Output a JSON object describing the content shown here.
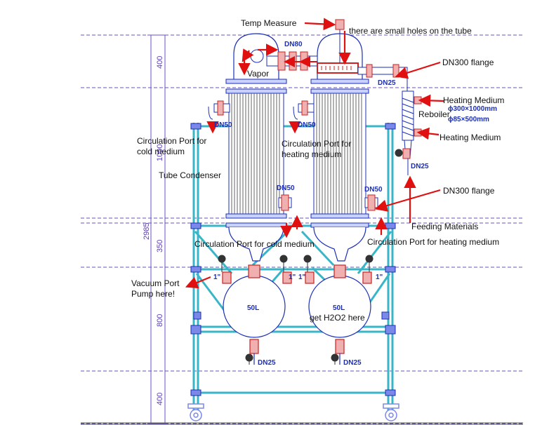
{
  "labels": {
    "temp_measure": "Temp Measure",
    "small_holes": "there are small holes on the tube",
    "dn300_flange_top": "DN300 flange",
    "heating_medium_top": "Heating Medium",
    "reboiler": "Reboiler",
    "reboiler_spec1": "ϕ300×1000mm",
    "reboiler_spec2": "ϕ85×500mm",
    "heating_medium_bottom": "Heating Medium",
    "vapor": "Vapor",
    "dn80": "DN80",
    "dn25_top": "DN25",
    "dn50_left": "DN50",
    "dn50_mid": "DN50",
    "circ_cold_1": "Circulation Port for",
    "circ_cold_2": "cold medium",
    "circ_heat_1": "Circulation Port for",
    "circ_heat_2": "heating medium",
    "dn25_reboiler": "DN25",
    "tube_condenser": "Tube Condenser",
    "dn50_low_left": "DN50",
    "dn50_low_right": "DN50",
    "dn300_flange_bottom": "DN300 flange",
    "feeding_materials": "Feeding Materials",
    "circ_cold_bottom": "Circulation Port for cold medium",
    "circ_heat_bottom": "Circulation Port for heating medium",
    "vacuum_port_1": "Vacuum Port",
    "vacuum_port_2": "Pump here!",
    "flask_left": "50L",
    "flask_right": "50L",
    "get_h2o2": "get H2O2 here",
    "dn25_bottom_left": "DN25",
    "dn25_bottom_right": "DN25",
    "one_inch_1": "1\"",
    "one_inch_2": "1\"",
    "one_inch_3": "1\"",
    "one_inch_4": "1\""
  },
  "dimensions": {
    "d400_top": "400",
    "d1000": "1000",
    "d2985": "2985",
    "d350": "350",
    "d800": "800",
    "d400_bottom": "400"
  },
  "colors": {
    "arrow": "#e01010",
    "outline": "#1c2fb5",
    "frame": "#38b6c8",
    "dim_line": "#6a4fc8",
    "flange": "#d94040"
  }
}
